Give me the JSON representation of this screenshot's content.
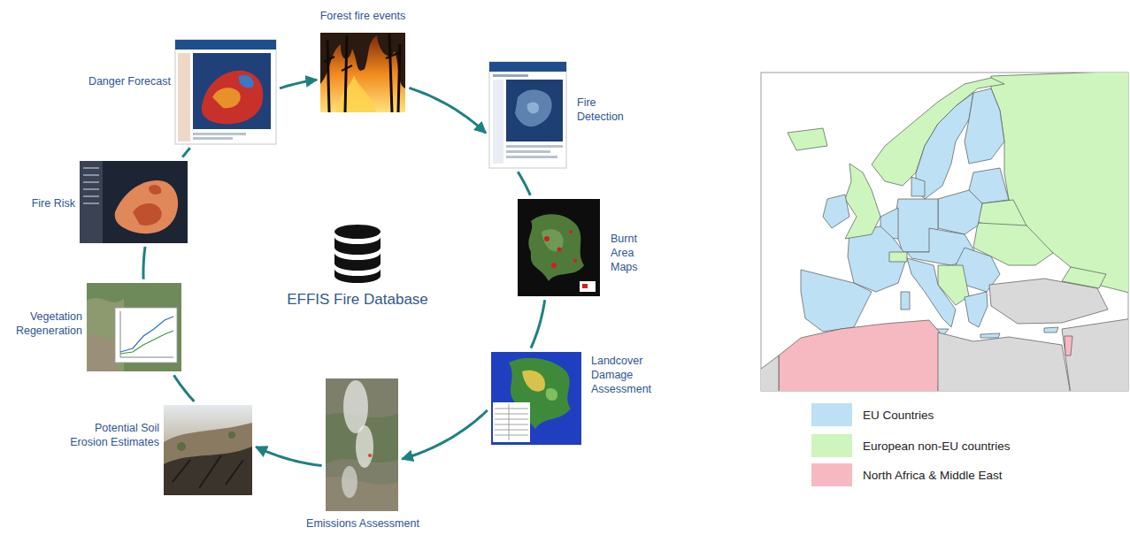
{
  "diagram": {
    "nodes": [
      {
        "text": [
          "Forest fire events"
        ]
      },
      {
        "text": [
          "Fire Detection"
        ]
      },
      {
        "text": [
          "Burnt Area Maps"
        ]
      },
      {
        "text": [
          "Landcover Damage Assessment"
        ]
      },
      {
        "text": [
          "Emissions Assessment"
        ]
      },
      {
        "text": [
          "Potential Soil Erosion Estimates"
        ]
      },
      {
        "text": [
          "Vegetation Regeneration"
        ]
      },
      {
        "text": [
          "Fire Risk"
        ]
      },
      {
        "text": [
          "Danger Forecast"
        ]
      }
    ],
    "edges": [
      {
        "from": 8,
        "to": 0,
        "arrow": "to"
      },
      {
        "from": 0,
        "to": 1,
        "arrow": "to"
      },
      {
        "from": 1,
        "to": 2,
        "arrow": "none"
      },
      {
        "from": 2,
        "to": 3,
        "arrow": "none"
      },
      {
        "from": 3,
        "to": 4,
        "arrow": "to"
      },
      {
        "from": 4,
        "to": 5,
        "arrow": "to"
      },
      {
        "from": 5,
        "to": 6,
        "arrow": "none"
      },
      {
        "from": 6,
        "to": 7,
        "arrow": "none"
      },
      {
        "from": 7,
        "to": 8,
        "arrow": "none"
      }
    ],
    "labels": [
      "EFFIS Fire Database"
    ],
    "legend": [
      {
        "text": "EU Countries",
        "color": "#bde0f5"
      },
      {
        "text": "European non-EU countries",
        "color": "#cdf5bd"
      },
      {
        "text": "North Africa & Middle East",
        "color": "#f7b9c1"
      }
    ]
  }
}
